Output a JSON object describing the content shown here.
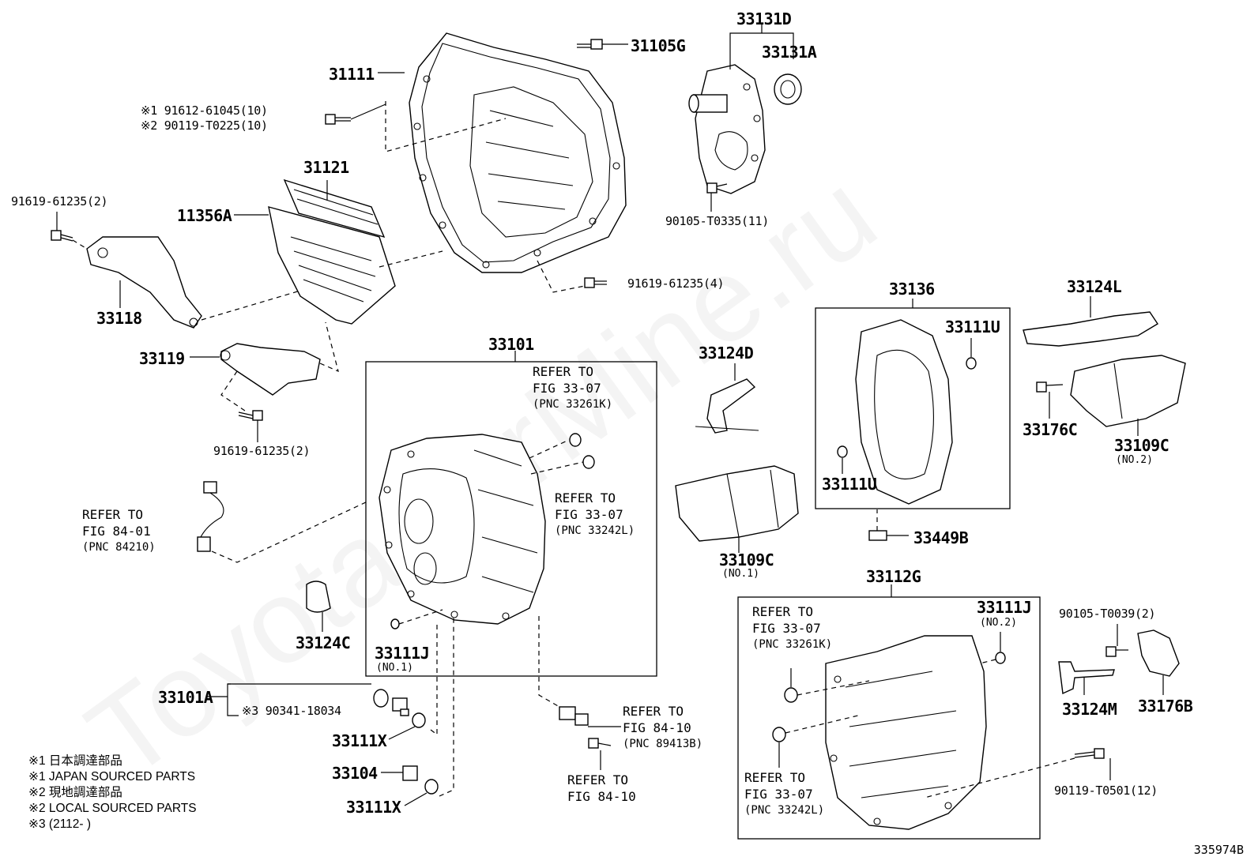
{
  "watermark": "ToyotaCarMine.ru",
  "diagram_code": "335974B",
  "parts": {
    "p31111": "31111",
    "p31105G": "31105G",
    "p33131D": "33131D",
    "p33131A": "33131A",
    "bolt_jp1_marker": "※1",
    "bolt_jp1": "91612-61045(10)",
    "bolt_jp2_marker": "※2",
    "bolt_jp2": "90119-T0225(10)",
    "p31121": "31121",
    "p11356A": "11356A",
    "p91619_top": "91619-61235(2)",
    "p33118": "33118",
    "p33119": "33119",
    "p91619_mid": "91619-61235(2)",
    "p90105_t0335": "90105-T0335(11)",
    "p91619_4": "91619-61235(4)",
    "p33101": "33101",
    "p33136": "33136",
    "p33124L": "33124L",
    "p33111U_a": "33111U",
    "p33111U_b": "33111U",
    "p33124D": "33124D",
    "p33176C": "33176C",
    "p33109C_no2": "33109C",
    "p33109C_no2_note": "(NO.2)",
    "p33109C_no1": "33109C",
    "p33109C_no1_note": "(NO.1)",
    "p33449B": "33449B",
    "p33124C": "33124C",
    "p33111J_no1": "33111J",
    "p33111J_no1_note": "(NO.1)",
    "p33112G": "33112G",
    "p33111J_no2": "33111J",
    "p33111J_no2_note": "(NO.2)",
    "p90105_t0039": "90105-T0039(2)",
    "p33124M": "33124M",
    "p33176B": "33176B",
    "p90119_t0501": "90119-T0501(12)",
    "p33101A": "33101A",
    "p90341_marker": "※3",
    "p90341": "90341-18034",
    "p33111X_a": "33111X",
    "p33104": "33104",
    "p33111X_b": "33111X"
  },
  "refs": {
    "r1": {
      "l1": "REFER TO",
      "l2": "FIG 33-07",
      "l3": "(PNC 33261K)"
    },
    "r2": {
      "l1": "REFER TO",
      "l2": "FIG 33-07",
      "l3": "(PNC 33242L)"
    },
    "r3": {
      "l1": "REFER TO",
      "l2": "FIG 84-01",
      "l3": "(PNC 84210)"
    },
    "r4": {
      "l1": "REFER TO",
      "l2": "FIG 84-10",
      "l3": "(PNC 89413B)"
    },
    "r5": {
      "l1": "REFER TO",
      "l2": "FIG 84-10"
    },
    "r6": {
      "l1": "REFER TO",
      "l2": "FIG 33-07",
      "l3": "(PNC 33261K)"
    },
    "r7": {
      "l1": "REFER TO",
      "l2": "FIG 33-07",
      "l3": "(PNC 33242L)"
    }
  },
  "legend": [
    "※1  日本調達部品",
    "※1  JAPAN SOURCED PARTS",
    "※2  現地調達部品",
    "※2  LOCAL SOURCED PARTS",
    "※3  (2112-        )"
  ]
}
